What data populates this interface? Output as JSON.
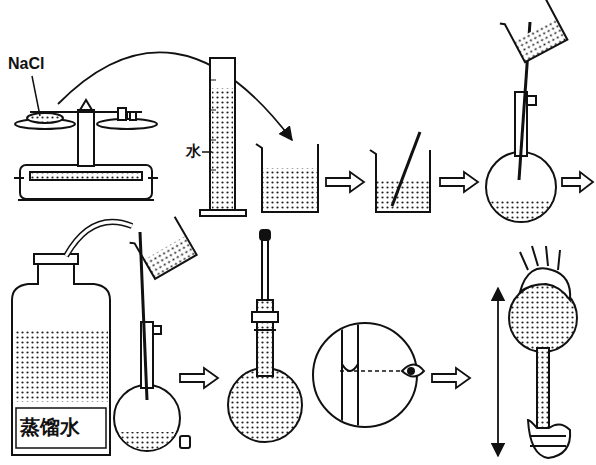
{
  "diagram": {
    "labels": [
      "NaCl",
      "水",
      "蒸馏水"
    ]
  }
}
